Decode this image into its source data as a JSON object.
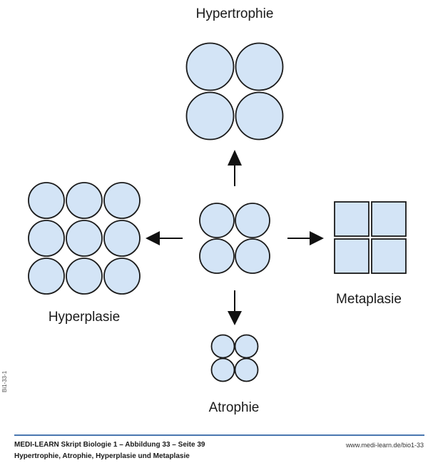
{
  "diagram": {
    "title": "Hypertrophie, Atrophie, Hyperplasie und Metaplasie",
    "colors": {
      "cell_fill": "#d3e4f6",
      "cell_stroke": "#1a1a1a",
      "arrow": "#111111",
      "footer_rule": "#4a77b0"
    },
    "nodes": [
      {
        "id": "normal",
        "label": "",
        "shape": "circle",
        "rows": 2,
        "cols": 2,
        "relative_size": "normal"
      },
      {
        "id": "hypertrophie",
        "label": "Hypertrophie",
        "shape": "circle",
        "rows": 2,
        "cols": 2,
        "relative_size": "larger"
      },
      {
        "id": "hyperplasie",
        "label": "Hyperplasie",
        "shape": "circle",
        "rows": 3,
        "cols": 3,
        "relative_size": "normal"
      },
      {
        "id": "metaplasie",
        "label": "Metaplasie",
        "shape": "square",
        "rows": 2,
        "cols": 2,
        "relative_size": "normal"
      },
      {
        "id": "atrophie",
        "label": "Atrophie",
        "shape": "circle",
        "rows": 2,
        "cols": 2,
        "relative_size": "smaller"
      }
    ],
    "edges": [
      {
        "from": "normal",
        "to": "hypertrophie",
        "direction": "up"
      },
      {
        "from": "normal",
        "to": "hyperplasie",
        "direction": "left"
      },
      {
        "from": "normal",
        "to": "metaplasie",
        "direction": "right"
      },
      {
        "from": "normal",
        "to": "atrophie",
        "direction": "down"
      }
    ]
  },
  "side_code": "Bi1-33-1",
  "footer": {
    "title": "MEDI-LEARN Skript Biologie 1 – Abbildung 33 – Seite 39",
    "subtitle": "Hypertrophie, Atrophie, Hyperplasie und Metaplasie",
    "url": "www.medi-learn.de/bio1-33"
  }
}
